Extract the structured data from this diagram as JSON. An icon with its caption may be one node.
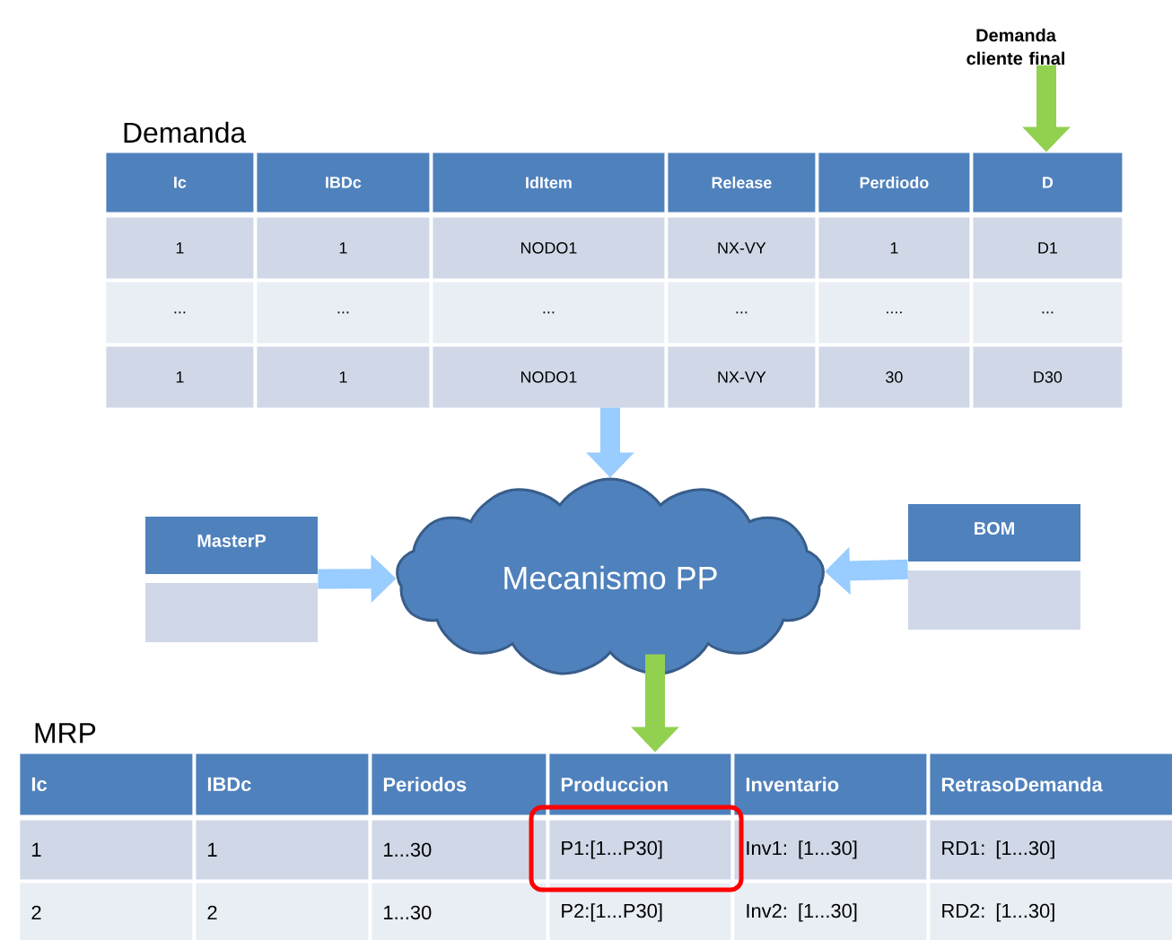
{
  "diagram": {
    "nodes": [
      {
        "text": [
          "Demanda cliente final"
        ]
      },
      {
        "text": [
          "Demanda"
        ]
      },
      {
        "text": [
          "MasterP"
        ]
      },
      {
        "text": [
          "Mecanismo PP"
        ]
      },
      {
        "text": [
          "BOM"
        ]
      },
      {
        "text": [
          "MRP"
        ]
      }
    ],
    "edges": [
      {
        "from": 0,
        "to": 1,
        "arrow": "to",
        "color": "#92d050"
      },
      {
        "from": 1,
        "to": 3,
        "arrow": "to"
      },
      {
        "from": 2,
        "to": 3,
        "arrow": "to"
      },
      {
        "from": 4,
        "to": 3,
        "arrow": "to"
      },
      {
        "from": 3,
        "to": 5,
        "arrow": "to",
        "color": "#92d050"
      }
    ],
    "labels": [
      "Ic",
      "IBDc",
      "IdItem",
      "Release",
      "Perdiodo",
      "D",
      "1",
      "1",
      "NODO1",
      "NX-VY",
      "1",
      "D1",
      "...",
      "...",
      "...",
      "...",
      "....",
      "...",
      "1",
      "1",
      "NODO1",
      "NX-VY",
      "30",
      "D30",
      "Ic",
      "IBDc",
      "Periodos",
      "Produccion",
      "Inventario",
      "RetrasoDemanda",
      "1",
      "1",
      "1...30",
      "P1:[1...P30]",
      "Inv1: [1...30]",
      "RD1: [1...30]",
      "2",
      "2",
      "1...30",
      "P2:[1...P30]",
      "Inv2: [1...30]",
      "RD2: [1...30]"
    ]
  }
}
